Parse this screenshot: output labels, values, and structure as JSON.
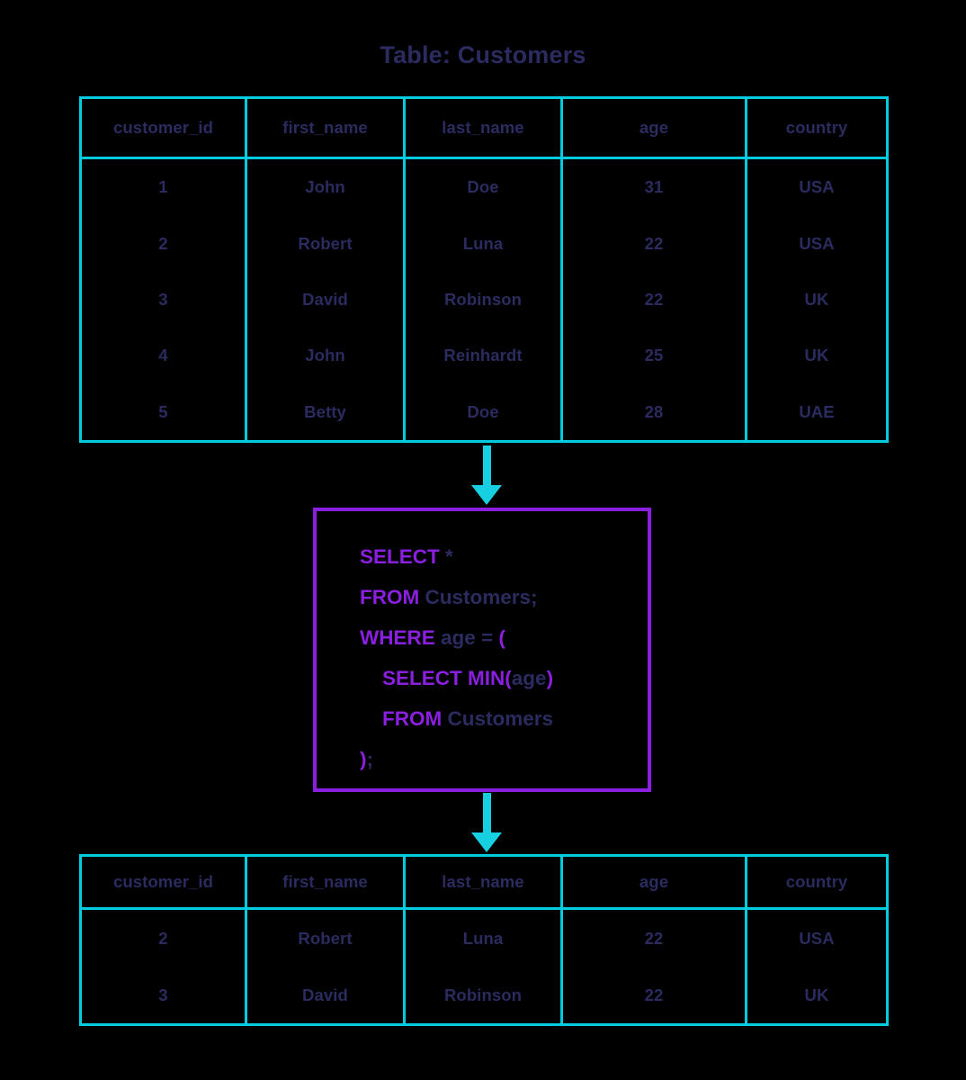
{
  "title": "Table: Customers",
  "colors": {
    "background": "#000000",
    "table_border": "#00ccdf",
    "arrow": "#16cfe0",
    "query_border": "#8a1fe0",
    "keyword": "#8a1fe0",
    "identifier": "#2b2b60",
    "title": "#2b2b60"
  },
  "source_table": {
    "name": "Customers",
    "columns": [
      "customer_id",
      "first_name",
      "last_name",
      "age",
      "country"
    ],
    "rows": [
      [
        "1",
        "John",
        "Doe",
        "31",
        "USA"
      ],
      [
        "2",
        "Robert",
        "Luna",
        "22",
        "USA"
      ],
      [
        "3",
        "David",
        "Robinson",
        "22",
        "UK"
      ],
      [
        "4",
        "John",
        "Reinhardt",
        "25",
        "UK"
      ],
      [
        "5",
        "Betty",
        "Doe",
        "28",
        "UAE"
      ]
    ]
  },
  "query": {
    "lines": [
      [
        {
          "t": "SELECT",
          "k": true
        },
        {
          "t": " *",
          "k": false
        }
      ],
      [
        {
          "t": "FROM",
          "k": true
        },
        {
          "t": " Customers;",
          "k": false
        }
      ],
      [
        {
          "t": "WHERE",
          "k": true
        },
        {
          "t": " age = ",
          "k": false
        },
        {
          "t": "(",
          "k": true
        }
      ],
      [
        {
          "t": "    ",
          "k": false
        },
        {
          "t": "SELECT MIN",
          "k": true
        },
        {
          "t": "(",
          "k": true
        },
        {
          "t": "age",
          "k": false
        },
        {
          "t": ")",
          "k": true
        }
      ],
      [
        {
          "t": "    ",
          "k": false
        },
        {
          "t": "FROM",
          "k": true
        },
        {
          "t": " Customers",
          "k": false
        }
      ],
      [
        {
          "t": ")",
          "k": true
        },
        {
          "t": ";",
          "k": false
        }
      ]
    ],
    "plain_text": "SELECT *\nFROM Customers;\nWHERE age = (\n    SELECT MIN(age)\n    FROM Customers\n);"
  },
  "result_table": {
    "columns": [
      "customer_id",
      "first_name",
      "last_name",
      "age",
      "country"
    ],
    "rows": [
      [
        "2",
        "Robert",
        "Luna",
        "22",
        "USA"
      ],
      [
        "3",
        "David",
        "Robinson",
        "22",
        "UK"
      ]
    ]
  },
  "arrows": [
    {
      "name": "arrow-table-to-query",
      "direction": "down"
    },
    {
      "name": "arrow-query-to-result",
      "direction": "down"
    }
  ]
}
